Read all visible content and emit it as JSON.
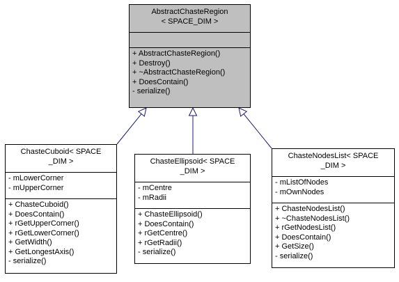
{
  "base_class": {
    "title_line1": "AbstractChasteRegion",
    "title_line2": "< SPACE_DIM >",
    "attributes": [],
    "methods": [
      "+ AbstractChasteRegion()",
      "+ Destroy()",
      "+ ~AbstractChasteRegion()",
      "+ DoesContain()",
      "- serialize()"
    ]
  },
  "derived_classes": [
    {
      "title_line1": "ChasteCuboid< SPACE",
      "title_line2": "_DIM >",
      "attributes": [
        "- mLowerCorner",
        "- mUpperCorner"
      ],
      "methods": [
        "+ ChasteCuboid()",
        "+ DoesContain()",
        "+ rGetUpperCorner()",
        "+ rGetLowerCorner()",
        "+ GetWidth()",
        "+ GetLongestAxis()",
        "- serialize()"
      ]
    },
    {
      "title_line1": "ChasteEllipsoid< SPACE",
      "title_line2": "_DIM >",
      "attributes": [
        "- mCentre",
        "- mRadii"
      ],
      "methods": [
        "+ ChasteEllipsoid()",
        "+ DoesContain()",
        "+ rGetCentre()",
        "+ rGetRadii()",
        "- serialize()"
      ]
    },
    {
      "title_line1": "ChasteNodesList< SPACE",
      "title_line2": "_DIM >",
      "attributes": [
        "- mListOfNodes",
        "- mOwnNodes"
      ],
      "methods": [
        "+ ChasteNodesList()",
        "+ ~ChasteNodesList()",
        "+ rGetNodesList()",
        "+ DoesContain()",
        "+ GetSize()",
        "- serialize()"
      ]
    }
  ],
  "colors": {
    "base_fill": "#bfbfbf",
    "arrow": "#191970",
    "border": "#000000"
  }
}
